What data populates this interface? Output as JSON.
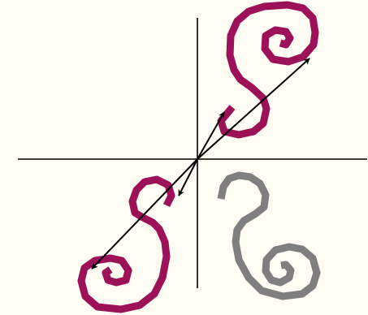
{
  "colors": {
    "background": "#fffcf3",
    "transformed_figure": "#9c1158",
    "original_figure": "#7f7f7f",
    "axes": "#000000",
    "vectors": "#000000"
  },
  "figures": [
    {
      "name": "original-spiral-figure",
      "kind": "original",
      "quadrant": "lower-right"
    },
    {
      "name": "scaled-spiral-figure",
      "kind": "transformed",
      "quadrant": "upper-right"
    },
    {
      "name": "rotated-spiral-figure",
      "kind": "transformed",
      "quadrant": "lower-left"
    }
  ],
  "vectors": [
    {
      "name": "long-vector-upper-right",
      "direction": "upper-right"
    },
    {
      "name": "short-vector-upper-right",
      "direction": "upper-right"
    },
    {
      "name": "short-vector-lower-left",
      "direction": "lower-left"
    },
    {
      "name": "long-vector-lower-left",
      "direction": "lower-left"
    }
  ]
}
